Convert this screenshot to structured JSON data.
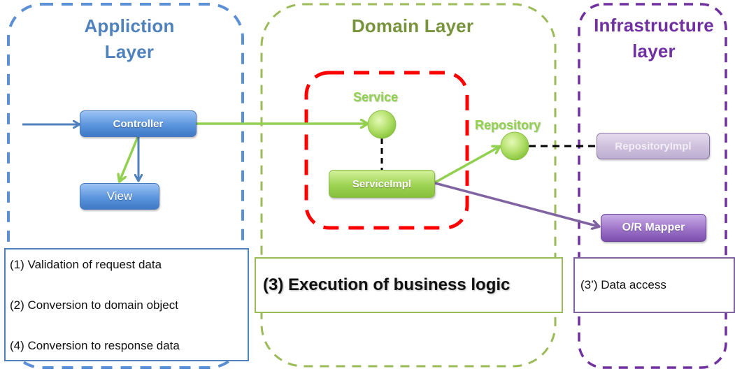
{
  "colors": {
    "application": "#4f81bd",
    "domain": "#9bbb59",
    "infrastructure": "#7030a0",
    "service_boundary": "#ff0000",
    "green_flow": "#92d050",
    "blue_flow": "#4f81bd",
    "purple_flow": "#8064a2"
  },
  "layers": {
    "application": {
      "title_line1": "Appliction",
      "title_line2": "Layer"
    },
    "domain": {
      "title": "Domain Layer"
    },
    "infrastructure": {
      "title_line1": "Infrastructure",
      "title_line2": "layer"
    }
  },
  "nodes": {
    "controller": "Controller",
    "view": "View",
    "service": "Service",
    "service_impl": "ServiceImpl",
    "repository": "Repository",
    "repository_impl": "RepositoryImpl",
    "or_mapper": "O/R Mapper"
  },
  "descriptions": {
    "application": [
      "(1) Validation of request data",
      "(2) Conversion to domain object",
      "(4) Conversion to response data"
    ],
    "domain": "(3) Execution of business logic",
    "infrastructure": "(3’) Data access"
  }
}
